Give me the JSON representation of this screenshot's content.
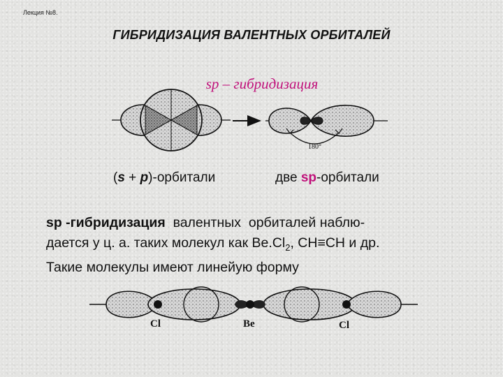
{
  "header": {
    "lecture": "Лекция №8."
  },
  "slide": {
    "title": "ГИБРИДИЗАЦИЯ ВАЛЕНТНЫХ ОРБИТАЛЕЙ",
    "subtitle": "sp – гибридизация"
  },
  "diagram": {
    "angle_label": "180°",
    "left_caption": {
      "open": "(",
      "s": "s",
      "plus": " + ",
      "p": "p",
      "rest": ")-орбитали"
    },
    "right_caption": {
      "pre": "две ",
      "sp": "sp",
      "rest": "-орбитали"
    }
  },
  "paragraph": {
    "lead": "sp -гибридизация",
    "line1_rest": "  валентных  орбиталей наблю-",
    "line2_pre": "дается у ц. а. таких молекул как Be.Cl",
    "line2_sub": "2",
    "line2_post": ", CH≡CH и др.",
    "line3": "Такие молекулы имеют линейую форму"
  },
  "molecule": {
    "atom_left": "Cl",
    "atom_center": "Be",
    "atom_right": "Cl"
  },
  "colors": {
    "accent": "#c0107a",
    "text": "#111111"
  }
}
